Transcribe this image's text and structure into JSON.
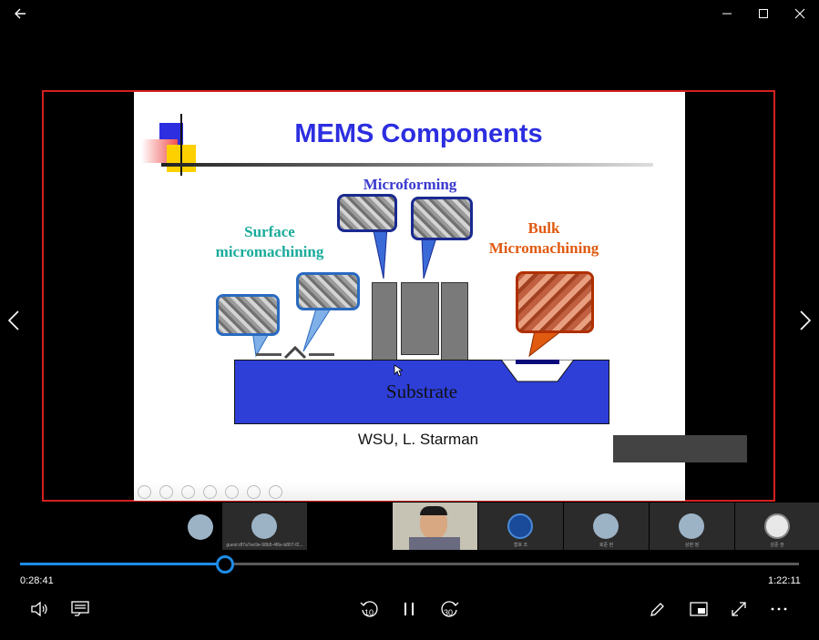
{
  "window": {
    "back_icon": "arrow-left-icon",
    "minimize_icon": "minimize-icon",
    "maximize_icon": "maximize-icon",
    "close_icon": "close-icon"
  },
  "slide": {
    "title": "MEMS Components",
    "label_surface": "Surface\nmicromachining",
    "label_microforming": "Microforming",
    "label_bulk": "Bulk\nMicromachining",
    "substrate": "Substrate",
    "credit": "WSU, L. Starman",
    "colors": {
      "title": "#2c2ee0",
      "surface": "#1aab9b",
      "microforming": "#3a3ad0",
      "bulk": "#e05a10",
      "substrate": "#2e3fd8"
    }
  },
  "participants": [
    {
      "name": ""
    },
    {
      "name": "guest:df7a7ee9e-98b5-4f6e-b807-f2..."
    },
    {
      "name": ""
    },
    {
      "name": "형호 조"
    },
    {
      "name": "호준 현"
    },
    {
      "name": "상현 정"
    },
    {
      "name": "성준 권"
    }
  ],
  "player": {
    "elapsed": "0:28:41",
    "duration": "1:22:11",
    "progress": 0.263,
    "skip_back": "10",
    "skip_forward": "30"
  }
}
